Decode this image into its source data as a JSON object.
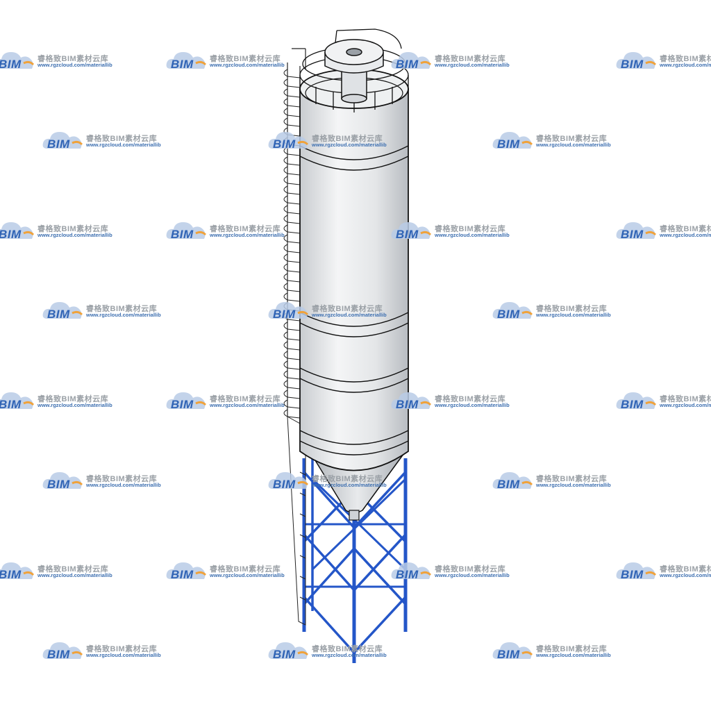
{
  "watermark": {
    "logo_text": "BIM",
    "brand": "睿格致BIM素材云库",
    "url": "www.rgzcloud.com/materiallib"
  },
  "colors": {
    "steel_blue": "#2456c8",
    "silo_body": "#e6e8ea",
    "outline": "#111111",
    "watermark_blue": "#3d6fb0",
    "watermark_orange": "#f0a23a"
  },
  "icons": {
    "logo": "cloud-logo-icon",
    "subject": "cement-silo-model"
  }
}
